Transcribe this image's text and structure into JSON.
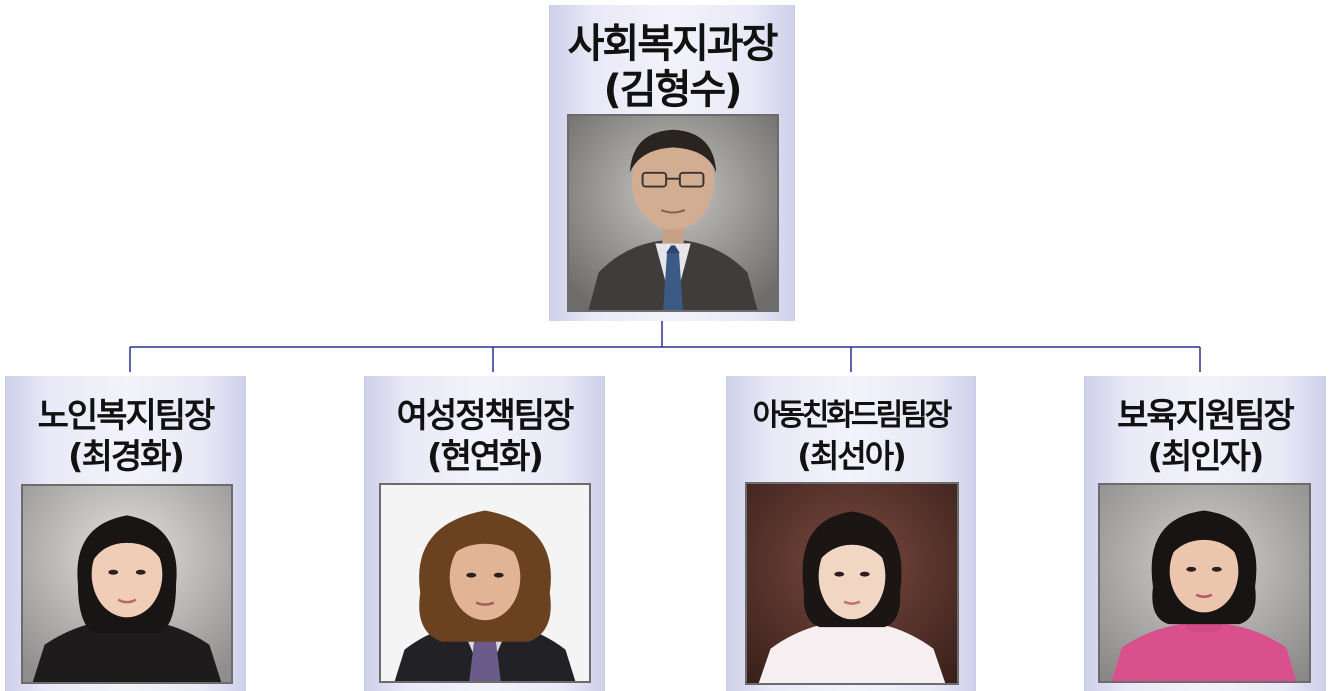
{
  "org_chart": {
    "head": {
      "title": "사회복지과장",
      "name": "(김형수)"
    },
    "teams": [
      {
        "title": "노인복지팀장",
        "name": "(최경화)"
      },
      {
        "title": "여성정책팀장",
        "name": "(현연화)"
      },
      {
        "title": "아동친화드림팀장",
        "name": "(최선아)"
      },
      {
        "title": "보육지원팀장",
        "name": "(최인자)"
      }
    ],
    "colors": {
      "connector": "#1f2a8a",
      "card": "#e9e9f7"
    }
  }
}
